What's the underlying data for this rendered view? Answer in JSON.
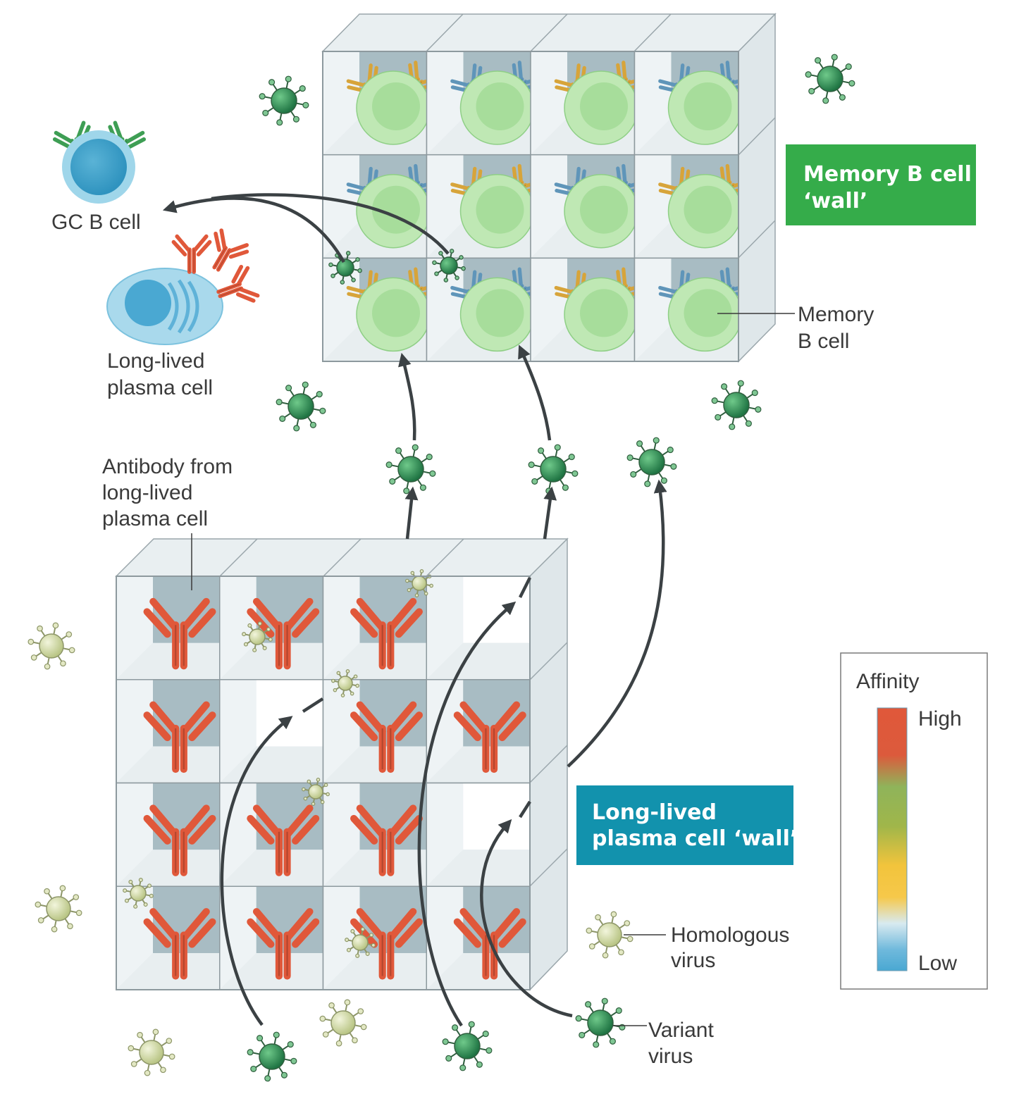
{
  "labels": {
    "memory_wall": [
      "Memory B cell",
      "‘wall’"
    ],
    "plasma_wall": [
      "Long-lived",
      "plasma cell ‘wall’"
    ],
    "gc_b_cell": "GC B cell",
    "long_lived_plasma_cell": [
      "Long-lived",
      "plasma cell"
    ],
    "memory_b_cell": [
      "Memory",
      "B cell"
    ],
    "antibody_from_plasma": [
      "Antibody from",
      "long-lived",
      "plasma cell"
    ],
    "homologous_virus": [
      "Homologous",
      "virus"
    ],
    "variant_virus": [
      "Variant",
      "virus"
    ]
  },
  "legend": {
    "title": "Affinity",
    "high": "High",
    "low": "Low"
  },
  "colors": {
    "memory_box": "#35ac4a",
    "plasma_box": "#1292ad",
    "antibody_high": "#e0583a",
    "receptor_gold": "#d7a43a",
    "receptor_blue": "#5f95b9",
    "memory_cell": "#bfe8b4",
    "variant_virus": "#2f8f55",
    "homologous_virus": "#d3dca6",
    "gc_cell": "#74c4df"
  }
}
